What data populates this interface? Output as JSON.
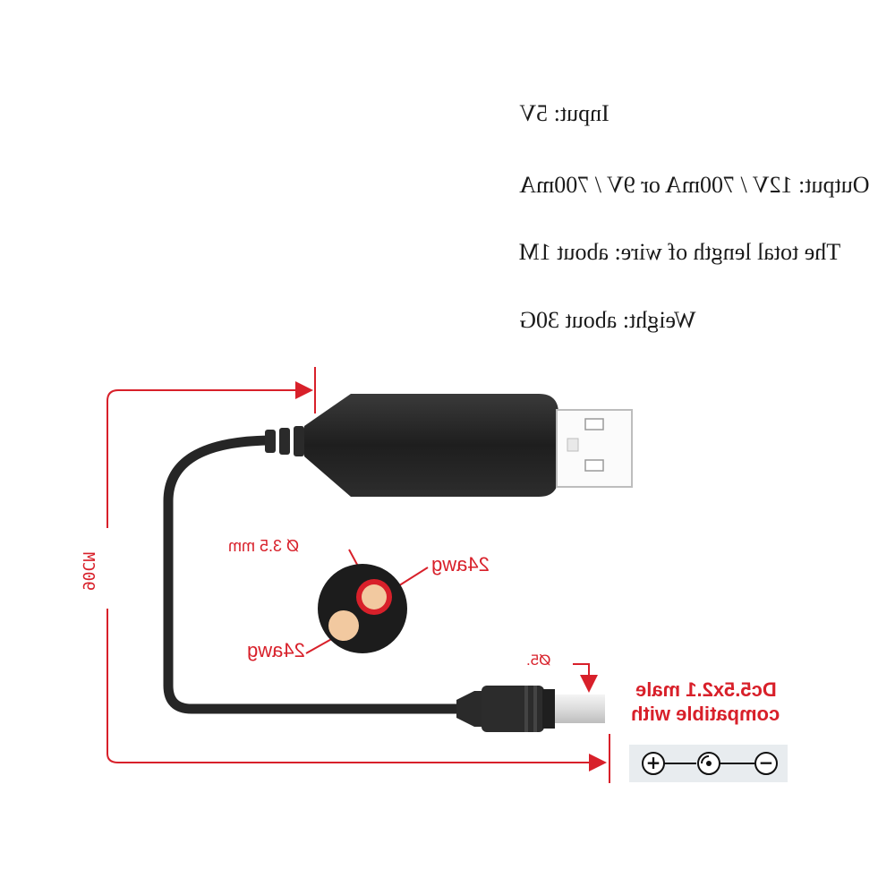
{
  "specs": [
    "Input: 5V",
    "Output: 12V / 700mA or 9V / 700mA",
    "The total length of wire: about 1M",
    "Weight: about 30G"
  ],
  "dimensions": {
    "length_label": "90CM",
    "wire_diameter": "Ø 3.5 mm",
    "tip_diameter": "Ø5.",
    "gauge_red": "24awg",
    "gauge_black": "24awg"
  },
  "plug": {
    "line1": "Dc5.5x2.1 male",
    "line2": "compatible with"
  },
  "polarity": {
    "left_symbol": "+",
    "right_symbol": "−"
  },
  "colors": {
    "dimension_red": "#d8202a",
    "cable_black": "#2b2b2b",
    "plug_gray": "#e6e6e6",
    "copper": "#f2c9a0"
  }
}
